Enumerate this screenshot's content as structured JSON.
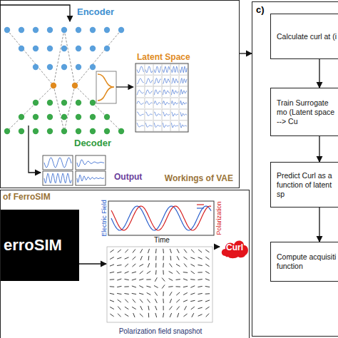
{
  "diagram": {
    "nodes": [
      {
        "text": [
          "Workings of VAE"
        ]
      },
      {
        "text": [
          "Latent Space"
        ],
        "in": 0
      },
      {
        "text": [
          "c)"
        ]
      },
      {
        "text": [
          "Calculate curl at (i"
        ],
        "in": 2
      },
      {
        "text": [
          "Train Surrogate mo (Latent space --> Cu"
        ],
        "in": 2
      },
      {
        "text": [
          "Predict Curl as a function of latent sp"
        ],
        "in": 2
      },
      {
        "text": [
          "Compute acquisiti function"
        ],
        "in": 2
      },
      {
        "text": [
          "of FerroSIM"
        ]
      },
      {
        "text": [
          "erroSIM"
        ],
        "in": 7
      },
      {
        "text": [
          "Polarization field snapshot"
        ],
        "in": 7
      },
      {
        "text": [
          "Curl"
        ],
        "in": 7
      }
    ],
    "edges": [
      {
        "from": 0,
        "to": 2,
        "arrow": "to"
      },
      {
        "from": 3,
        "to": 4,
        "arrow": "to"
      },
      {
        "from": 4,
        "to": 5,
        "arrow": "to"
      },
      {
        "from": 5,
        "to": 6,
        "arrow": "to"
      },
      {
        "from": 8,
        "to": 9,
        "arrow": "to"
      },
      {
        "from": 9,
        "to": 10,
        "arrow": "to"
      }
    ],
    "labels": [
      "Encoder",
      "Decoder",
      "Output",
      "Electric Field",
      "Polarization",
      "Time"
    ]
  }
}
